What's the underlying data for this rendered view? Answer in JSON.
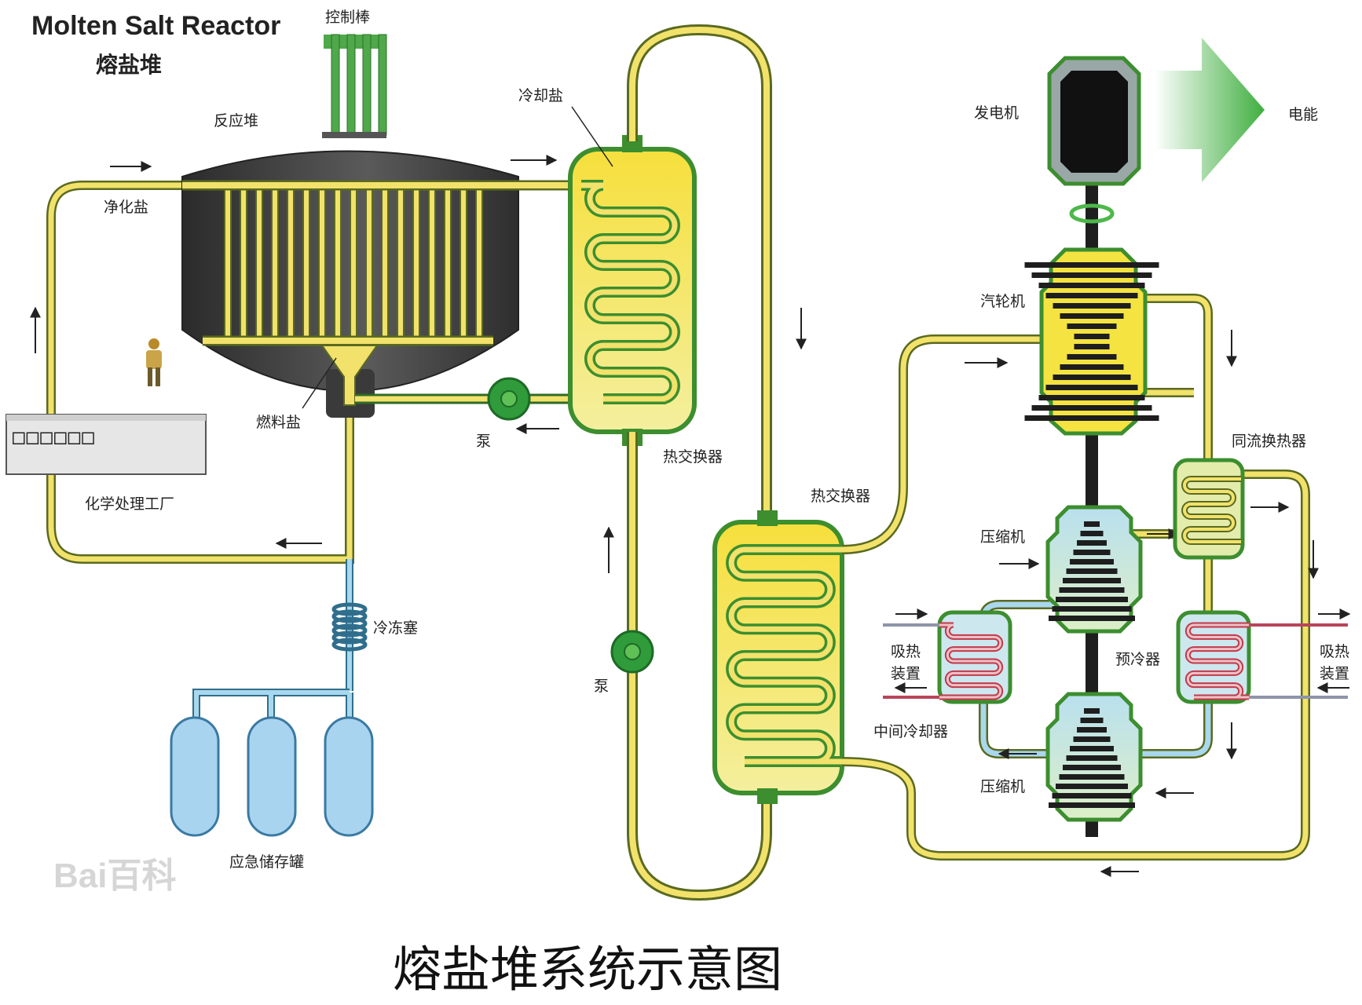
{
  "title_en": "Molten Salt Reactor",
  "title_cn": "熔盐堆",
  "caption": "熔盐堆系统示意图",
  "watermark": "Bai百科",
  "labels": {
    "control_rods": "控制棒",
    "reactor": "反应堆",
    "coolant_salt": "冷却盐",
    "purified_salt": "净化盐",
    "fuel_salt": "燃料盐",
    "pump_1": "泵",
    "pump_2": "泵",
    "heat_exchanger_1": "热交换器",
    "heat_exchanger_2": "热交换器",
    "chem_panel": "□□□□□□",
    "chemical_plant": "化学处理工厂",
    "freeze_plug": "冷冻塞",
    "emergency_tanks": "应急储存罐",
    "generator": "发电机",
    "electricity": "电能",
    "turbine": "汽轮机",
    "recuperator": "同流换热器",
    "compressor_1": "压缩机",
    "compressor_2": "压缩机",
    "precooler": "预冷器",
    "intercooler": "中间冷却器",
    "heat_sink_left": [
      "吸热",
      "装置"
    ],
    "heat_sink_right": [
      "吸热",
      "装置"
    ]
  },
  "colors": {
    "fuel_pipe": "#f2e26b",
    "pipe_outline": "#5a6a20",
    "green_outline": "#4f9a3a",
    "vessel": "#3d3d3d",
    "cold_pipe": "#a9d8ee",
    "tank": "#a8d4f0",
    "arrow_green": "#4cb84a"
  }
}
